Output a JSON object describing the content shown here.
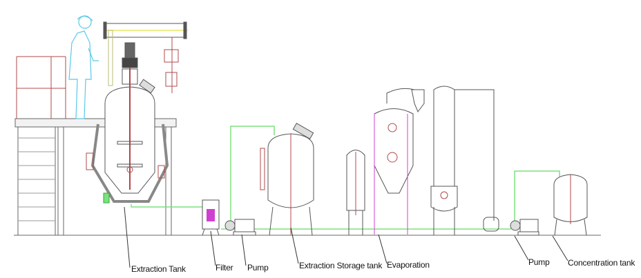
{
  "labels": {
    "extraction_tank": "Extraction Tank",
    "filter": "Filter",
    "pump1": "Pump",
    "storage_tank": "Extraction Storage tank",
    "evaporation": "Evaporation",
    "pump2": "Pump",
    "concentration_tank": "Concentration tank"
  },
  "colors": {
    "outline": "#555555",
    "pipe": "#7ee07e",
    "accent": "#b04848",
    "person": "#5bc8e8",
    "condenser_line": "#e8e860",
    "valve": "#d040d0"
  }
}
